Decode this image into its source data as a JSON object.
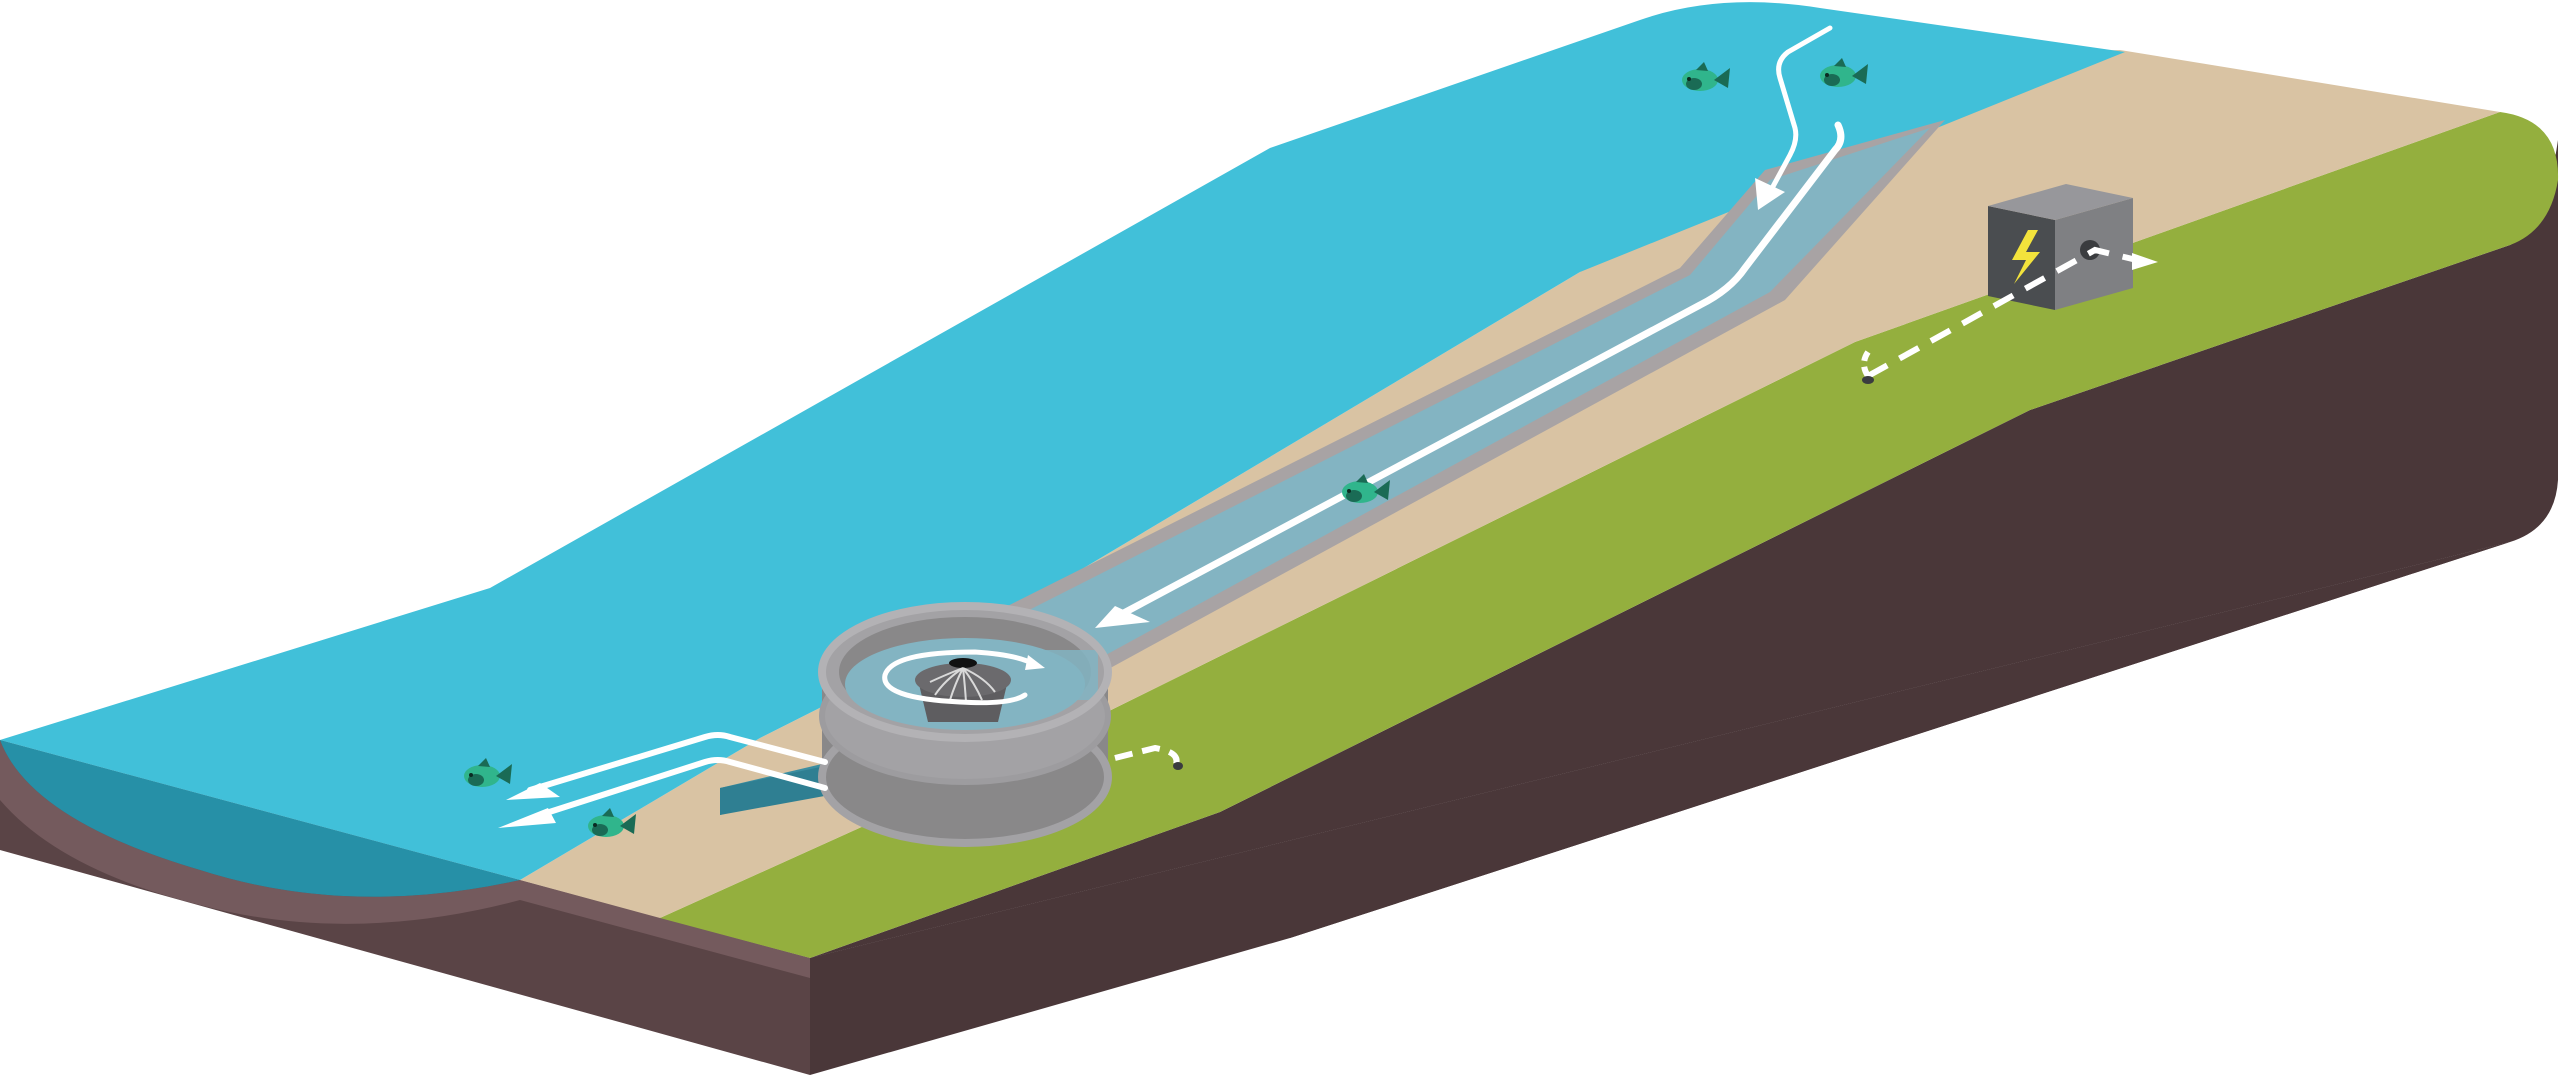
{
  "diagram": {
    "kind": "isometric cross-section of a river bank with a hydrokinetic vortex turbine installation",
    "text_labels": [],
    "components": {
      "river": "river-water",
      "bank": "sand-bank",
      "field": "grass-field",
      "soil": "soil-block",
      "intake_channel": "diversion-channel",
      "turbine_basin": "vortex-turbine-basin",
      "turbine_rotor": "turbine-rotor",
      "generator": "generator-box",
      "power_symbol": "lightning-bolt-icon",
      "cable": "power-cable-dashed",
      "fish": [
        "fish-icon",
        "fish-icon",
        "fish-icon",
        "fish-icon",
        "fish-icon"
      ],
      "flow_arrows": [
        "inflow-arrow",
        "channel-flow-arrow",
        "return-flow-arrow",
        "vortex-swirl-arrow"
      ]
    },
    "colors": {
      "water": "#41c0d9",
      "water_deep": "#2690a7",
      "sand": "#d9c3a3",
      "grass": "#94af3e",
      "soil_front": "#4a3739",
      "soil_side": "#5a4446",
      "soil_lip": "#745a5d",
      "channel_water": "#83b4c2",
      "concrete": "#a3a2a5",
      "concrete_dark": "#898889",
      "generator_front": "#4a4d50",
      "generator_side": "#7f8083",
      "generator_top": "#97979b",
      "bolt": "#f3e33c",
      "fish": "#30b58c",
      "fish_dark": "#1a6b55",
      "arrow": "#ffffff"
    }
  }
}
